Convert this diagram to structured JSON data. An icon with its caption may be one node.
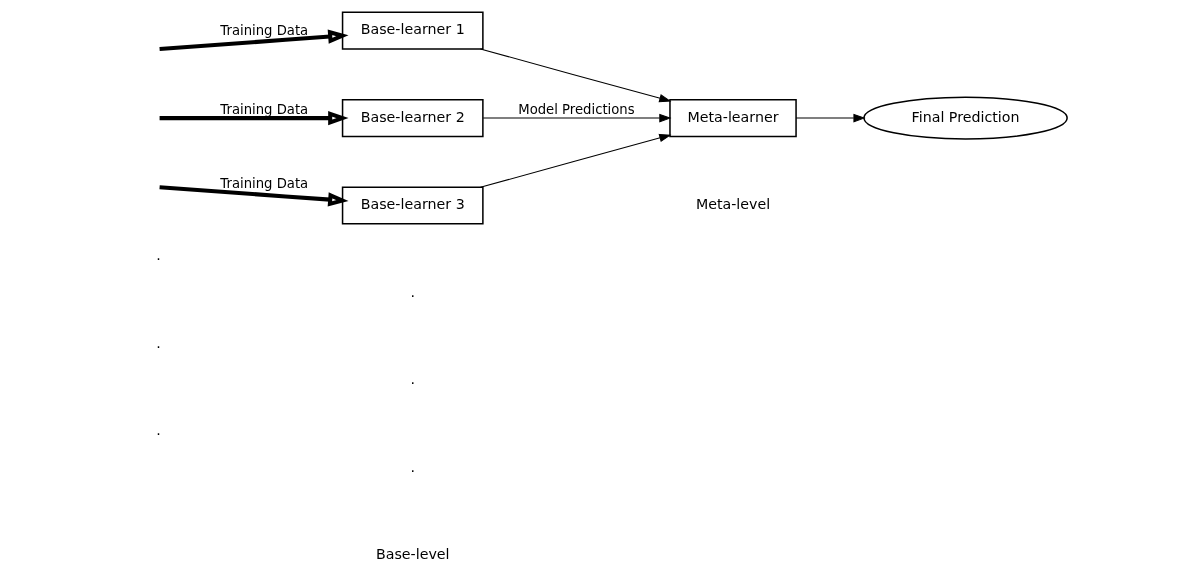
{
  "diagram": {
    "nodes": [
      {
        "text": [
          "Base-learner 1"
        ]
      },
      {
        "text": [
          "Base-learner 2"
        ]
      },
      {
        "text": [
          "Base-learner 3"
        ]
      },
      {
        "text": [
          "Meta-learner"
        ]
      },
      {
        "text": [
          "Final Prediction"
        ]
      }
    ],
    "edges": [
      {
        "from": null,
        "to": 0,
        "arrow": "to",
        "label": "Training Data",
        "style": "thick"
      },
      {
        "from": null,
        "to": 1,
        "arrow": "to",
        "label": "Training Data",
        "style": "thick"
      },
      {
        "from": null,
        "to": 2,
        "arrow": "to",
        "label": "Training Data",
        "style": "thick"
      },
      {
        "from": 0,
        "to": 3,
        "arrow": "to"
      },
      {
        "from": 1,
        "to": 3,
        "arrow": "to",
        "label": "Model Predictions"
      },
      {
        "from": 2,
        "to": 3,
        "arrow": "to"
      },
      {
        "from": 3,
        "to": 4,
        "arrow": "to"
      }
    ],
    "labels": [
      ".",
      ".",
      ".",
      ".",
      ".",
      ".",
      "Base-level",
      "Meta-level"
    ]
  }
}
